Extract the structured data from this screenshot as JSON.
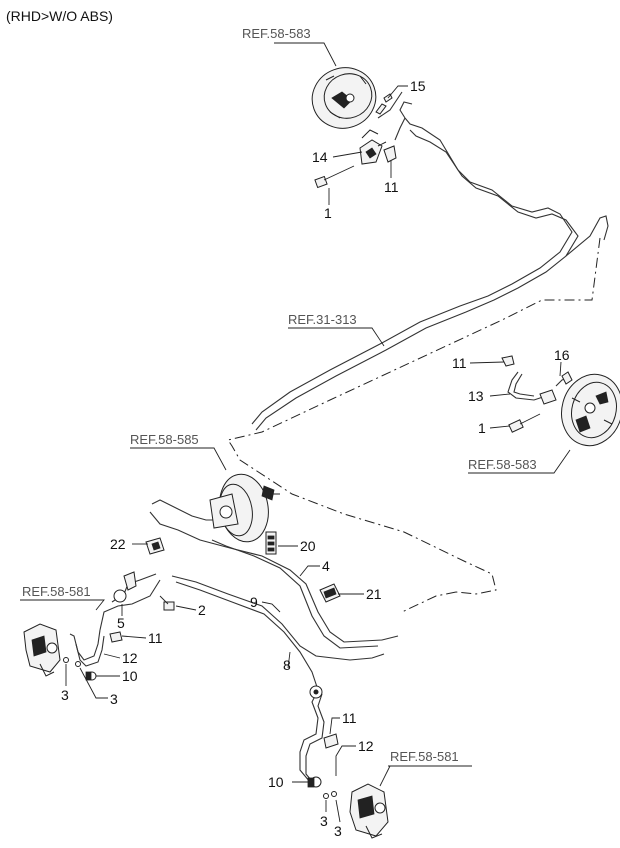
{
  "header": "(RHD>W/O ABS)",
  "refs": {
    "top_drum": "REF.58-583",
    "master_line": "REF.31-313",
    "right_drum": "REF.58-583",
    "booster": "REF.58-585",
    "left_caliper": "REF.58-581",
    "right_caliper": "REF.58-581"
  },
  "labels": {
    "p15_top": "15",
    "p14_top": "14",
    "p11_top": "11",
    "p1_top": "1",
    "p11_right": "11",
    "p16_right": "16",
    "p13_right": "13",
    "p1_right": "1",
    "p22": "22",
    "p20": "20",
    "p4": "4",
    "p21": "21",
    "p9": "9",
    "p5": "5",
    "p2": "2",
    "p11_left": "11",
    "p12_left": "12",
    "p10_left": "10",
    "p3_left_a": "3",
    "p3_left_b": "3",
    "p8": "8",
    "p11_bottom": "11",
    "p12_bottom": "12",
    "p10_bottom": "10",
    "p3_bottom_a": "3",
    "p3_bottom_b": "3"
  }
}
